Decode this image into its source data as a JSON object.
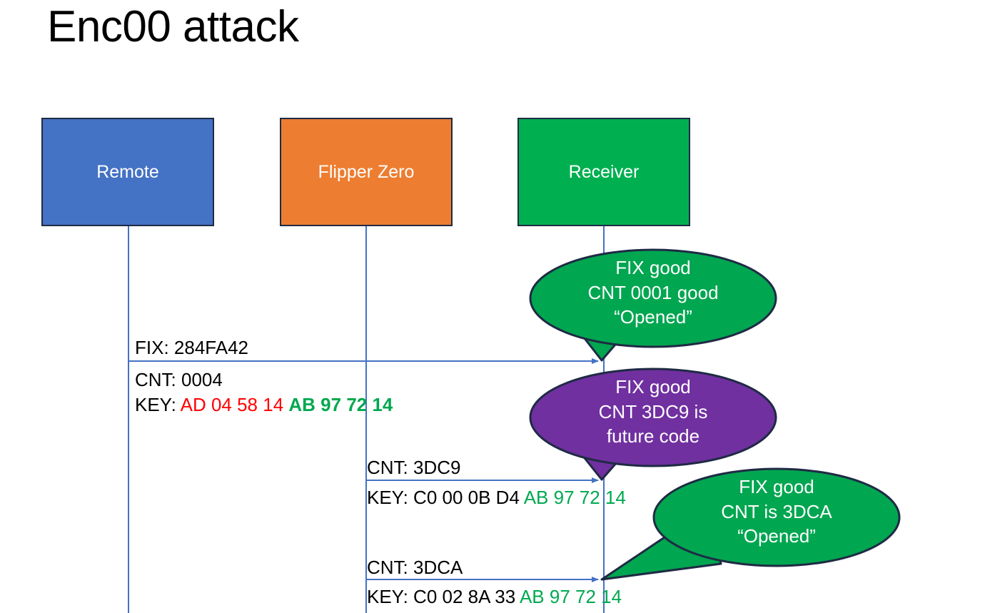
{
  "slide": {
    "title": "Enc00 attack",
    "background": "#ffffff"
  },
  "colors": {
    "remote_blue": "#4472C4",
    "flipper_orange": "#ED7D31",
    "receiver_green": "#00B050",
    "bubble_green": "#00A650",
    "bubble_purple": "#7030A0",
    "lifeline_blue": "#4472C4",
    "key_green": "#00A84F",
    "key_red": "#FF0000",
    "outline_navy": "#1F2A44"
  },
  "actors": [
    {
      "id": "remote",
      "label": "Remote",
      "color": "#4472C4"
    },
    {
      "id": "flipper",
      "label": "Flipper Zero",
      "color": "#ED7D31"
    },
    {
      "id": "receiver",
      "label": "Receiver",
      "color": "#00B050"
    }
  ],
  "messages": [
    {
      "id": "msg1",
      "from": "remote",
      "to": "receiver",
      "label_above": "FIX: 284FA42",
      "label_below_1": "CNT: 0004",
      "label_below_2_prefix": "KEY: ",
      "label_below_2_red": "AD 04 58 14",
      "label_below_2_green": "AB 97 72 14"
    },
    {
      "id": "msg2",
      "from": "flipper",
      "to": "receiver",
      "label_above": "CNT: 3DC9",
      "label_below_prefix": "KEY: C0 00 0B D4 ",
      "label_below_green": "AB 97 72 14"
    },
    {
      "id": "msg3",
      "from": "flipper",
      "to": "receiver",
      "label_above": "CNT: 3DCA",
      "label_below_prefix": "KEY: C0 02 8A 33 ",
      "label_below_green": "AB 97 72 14"
    }
  ],
  "bubbles": [
    {
      "id": "bubble1",
      "color": "#00A650",
      "line1": "FIX good",
      "line2": "CNT 0001 good",
      "line3": "“Opened”"
    },
    {
      "id": "bubble2",
      "color": "#7030A0",
      "line1": "FIX good",
      "line2": "CNT 3DC9 is",
      "line3": "future code"
    },
    {
      "id": "bubble3",
      "color": "#00A650",
      "line1": "FIX good",
      "line2": "CNT is 3DCA",
      "line3": "“Opened”"
    }
  ]
}
